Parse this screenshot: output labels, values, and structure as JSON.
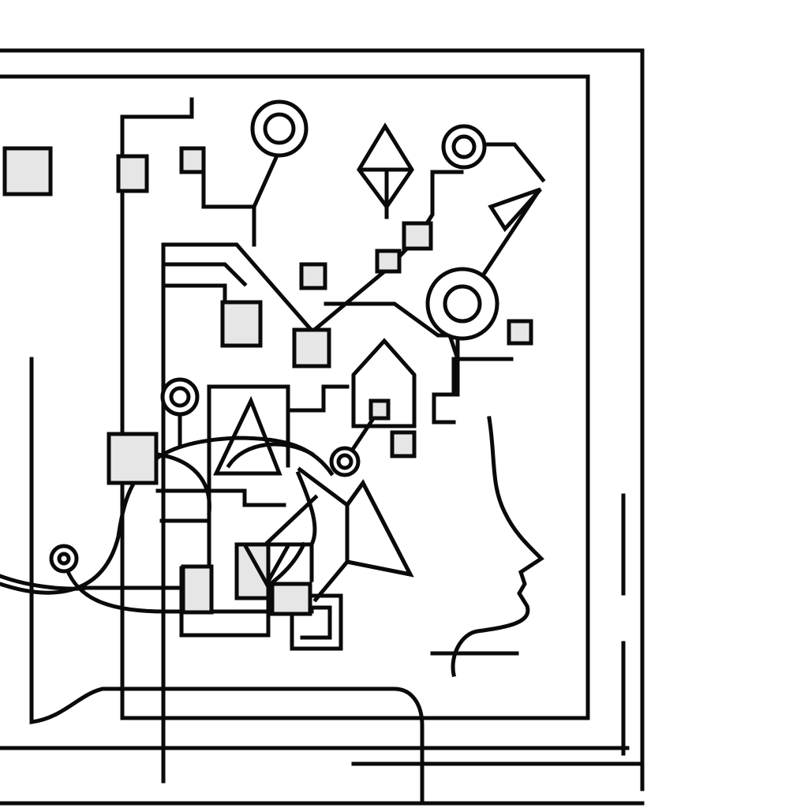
{
  "colors": {
    "stroke": "#0a0a0a",
    "fill": "#e6e6e6",
    "background": "#ffffff"
  },
  "motifs": [
    "circuit-lines",
    "square-nodes",
    "ring-nodes",
    "triangles",
    "house-shape",
    "human-head-profile"
  ]
}
